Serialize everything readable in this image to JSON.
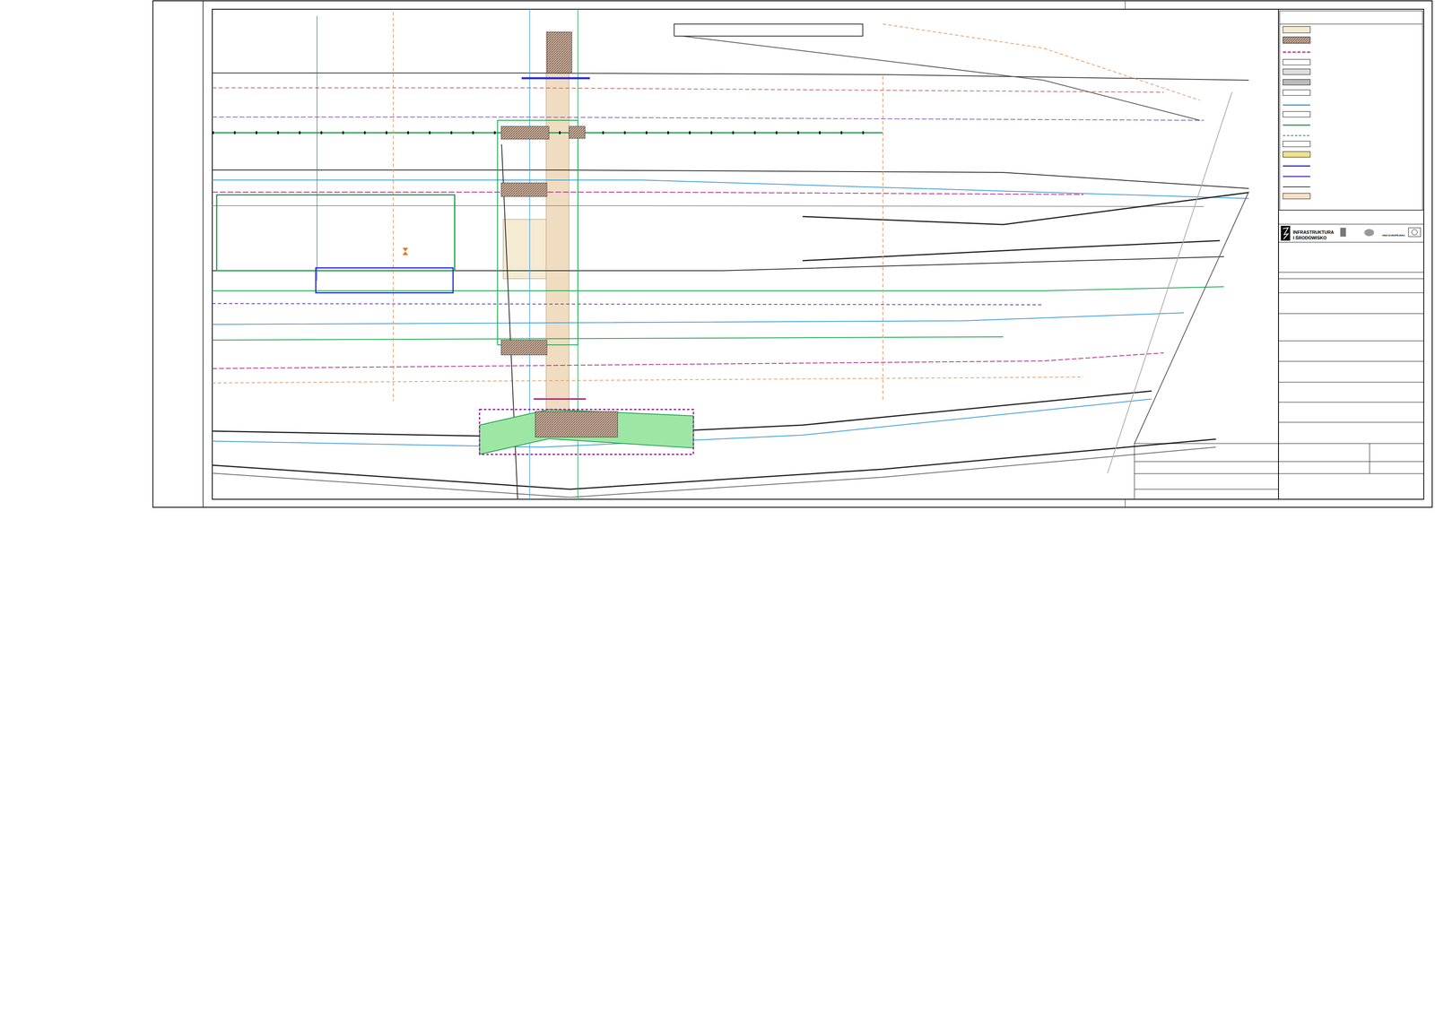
{
  "diagram": {
    "labels": [
      "INFRASTRUKTURA",
      "I ŚRODOWISKO",
      "UNIA EUROPEJSKA"
    ]
  }
}
